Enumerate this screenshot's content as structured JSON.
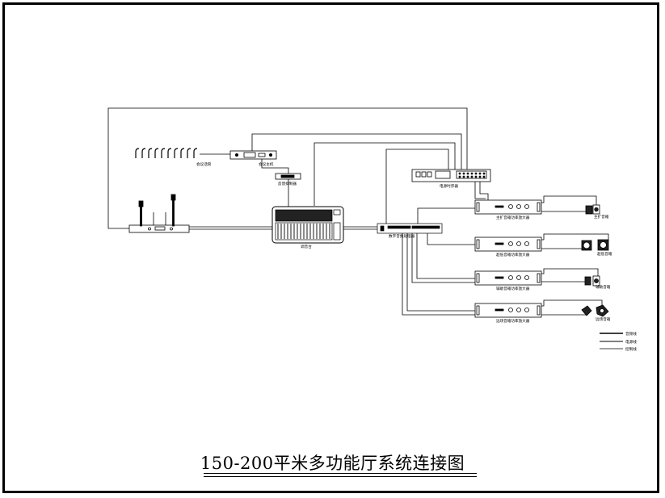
{
  "title": "150-200平米多功能厅系统连接图",
  "devices": {
    "conference_units_label": "会议话筒",
    "conference_host_label": "会议主机",
    "feedback_suppressor_label": "反馈抑制器",
    "mixer_label": "调音台",
    "power_sequencer_label": "电源时序器",
    "dsp_label": "数字音频处理器",
    "amp_main_label": "主扩音箱功率放大器",
    "amp_sub_label": "超低音箱功率放大器",
    "amp_aux_label": "辅助音箱功率放大器",
    "amp_far_label": "远场音箱功率放大器",
    "spk_main_label": "主扩音箱",
    "spk_sub_label": "超低音箱",
    "spk_aux_label": "辅助音箱",
    "spk_far_label": "远场音箱"
  },
  "legend": [
    {
      "label": "音频线"
    },
    {
      "label": "电源线"
    },
    {
      "label": "控制线"
    }
  ]
}
